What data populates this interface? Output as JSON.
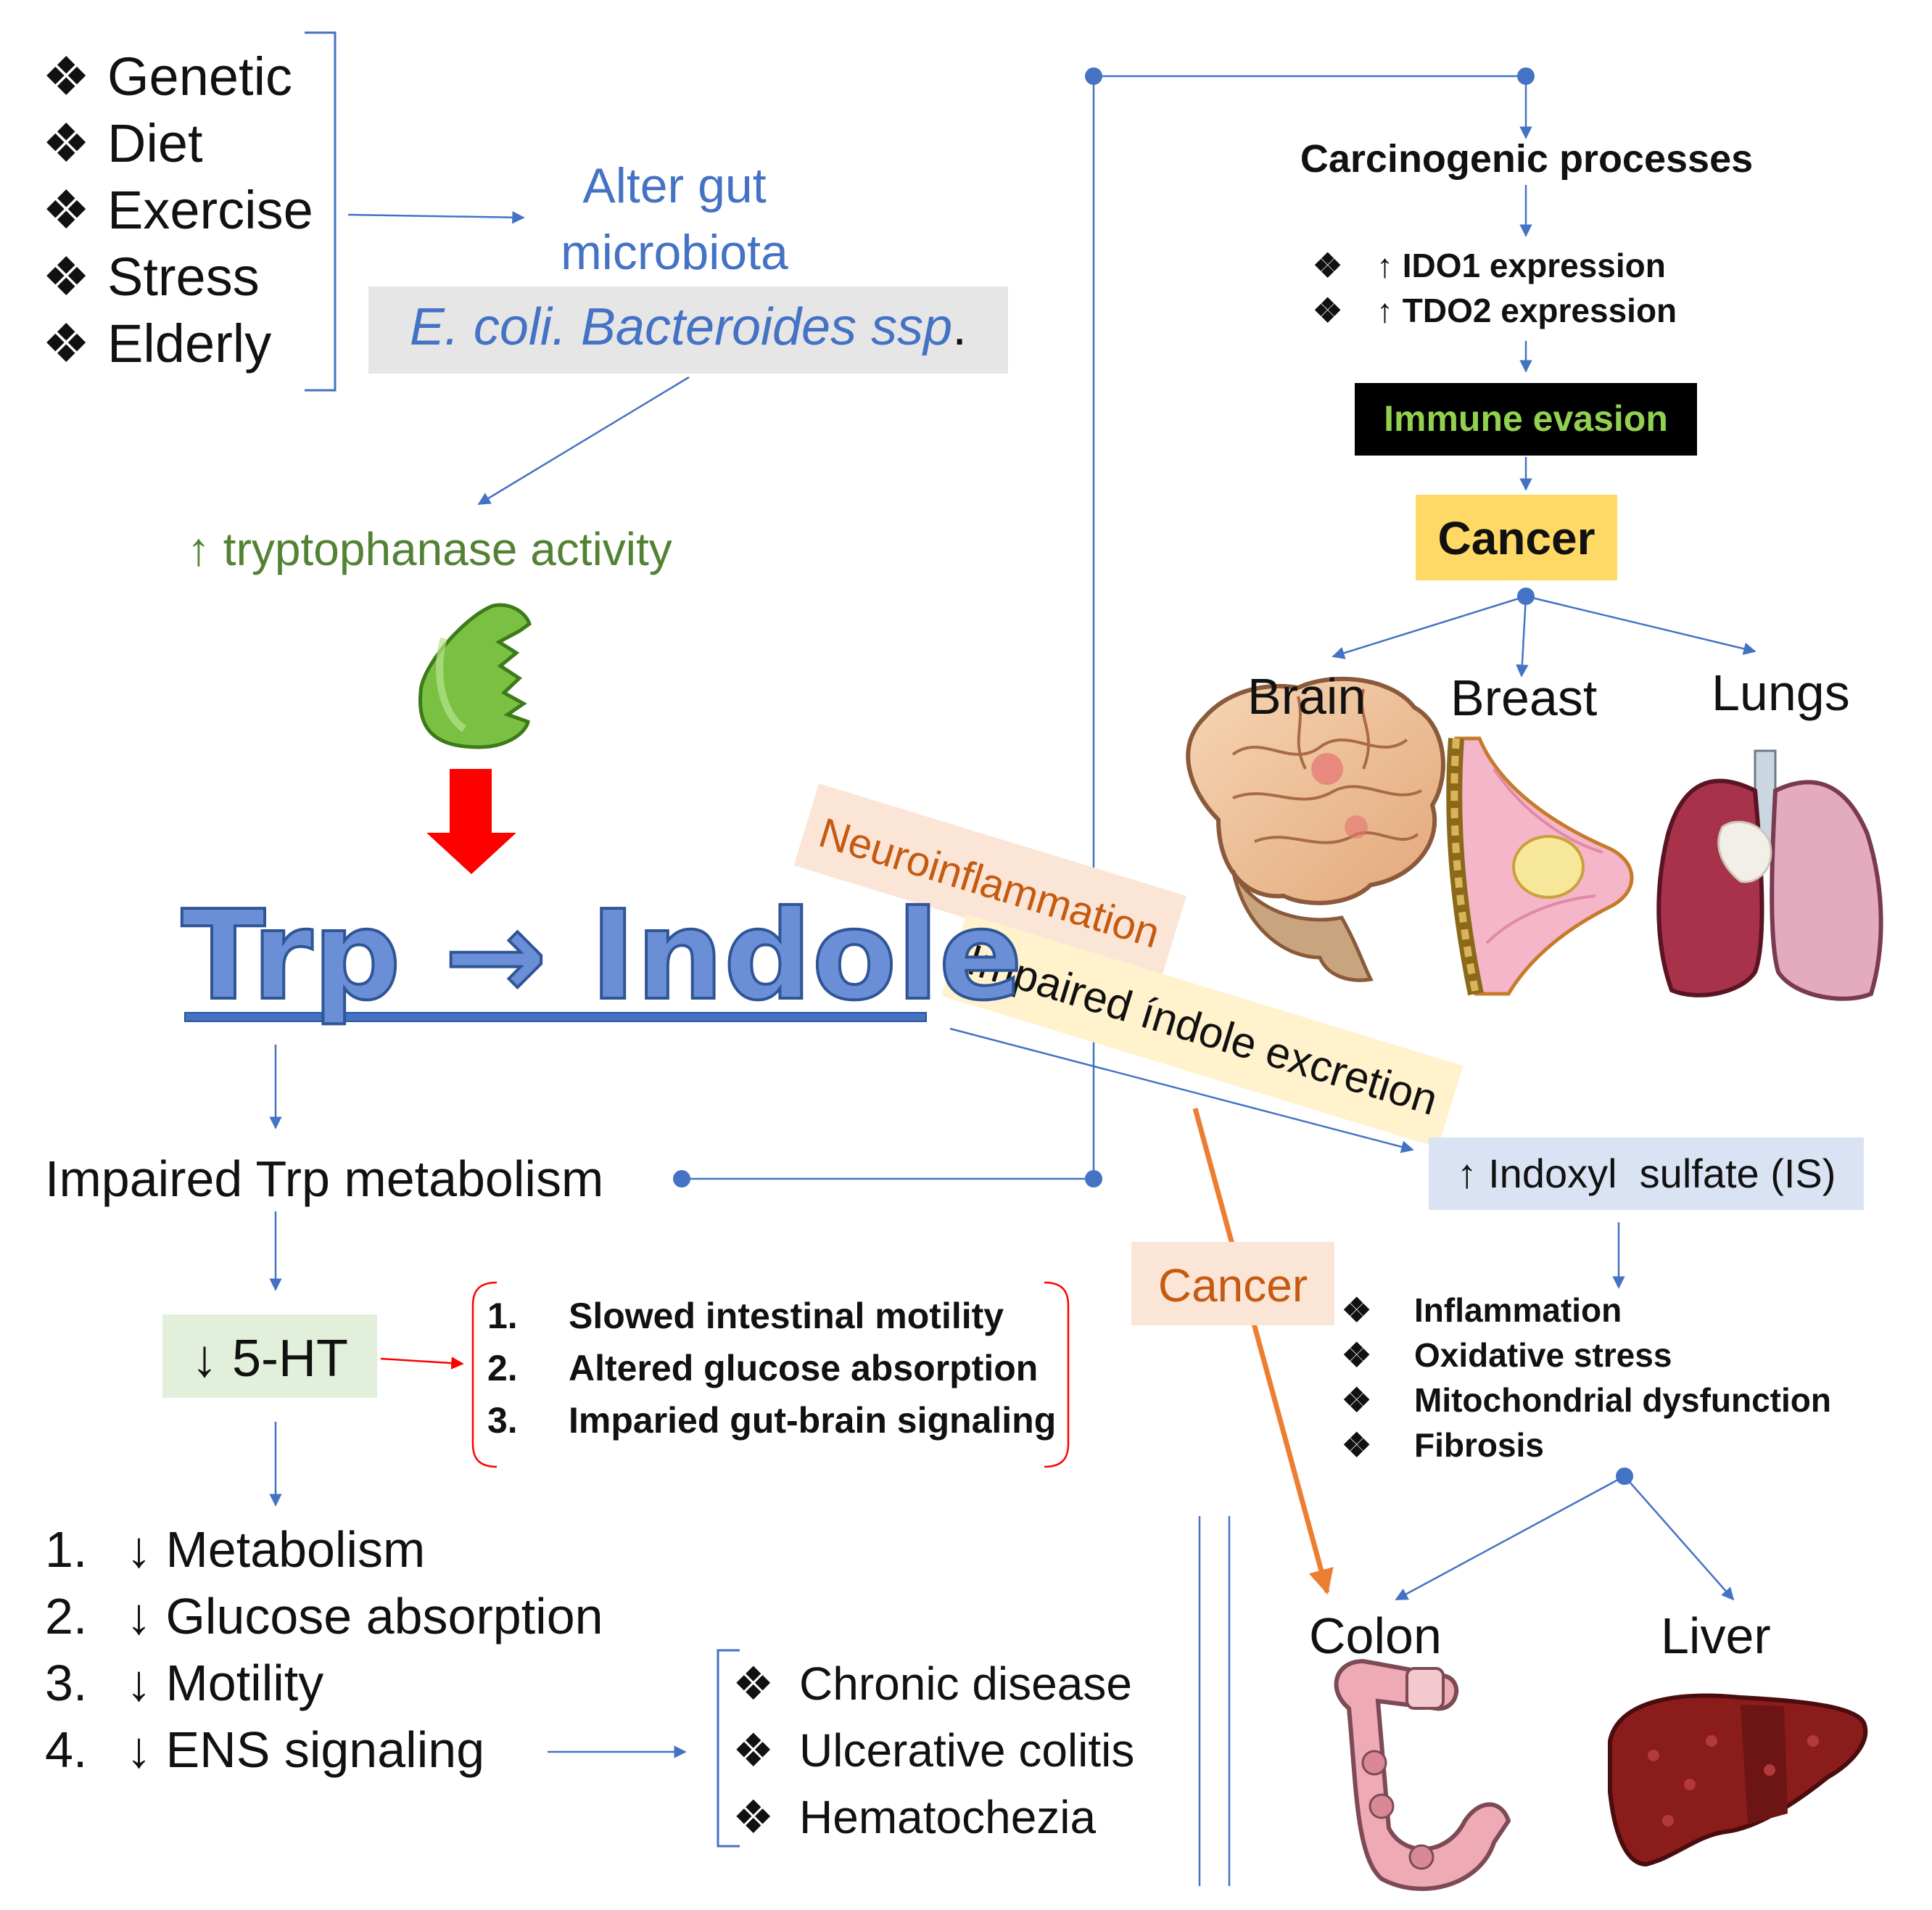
{
  "factors": [
    "Genetic",
    "Diet",
    "Exercise",
    "Stress",
    "Elderly"
  ],
  "bullet": "❖",
  "microbiota": {
    "line1": "Alter gut",
    "line2": "microbiota",
    "species": "E. coli. Bacteroides ssp",
    "species_end": "."
  },
  "tryptophanase": "↑ tryptophanase activity",
  "trp_indole": "Trp → Indole",
  "impaired_trp": "Impaired Trp metabolism",
  "five_ht": "↓ 5-HT",
  "five_ht_effects": [
    {
      "num": "1.",
      "text": "Slowed intestinal motility"
    },
    {
      "num": "2.",
      "text": "Altered glucose absorption"
    },
    {
      "num": "3.",
      "text": "Imparied gut-brain signaling"
    }
  ],
  "decreases": [
    {
      "num": "1.",
      "text": "↓ Metabolism"
    },
    {
      "num": "2.",
      "text": "↓ Glucose absorption"
    },
    {
      "num": "3.",
      "text": "↓ Motility"
    },
    {
      "num": "4.",
      "text": "↓ ENS signaling"
    }
  ],
  "diseases": [
    "Chronic disease",
    "Ulcerative colitis",
    "Hematochezia"
  ],
  "carcinogenic": "Carcinogenic processes",
  "expressions": [
    "↑ IDO1 expression",
    "↑ TDO2 expression"
  ],
  "immune_evasion": "Immune evasion",
  "cancer_top": "Cancer",
  "organs_top": [
    "Brain",
    "Breast",
    "Lungs"
  ],
  "neuroinflammation": "Neuroinflammation",
  "impaired_excretion": "Impaired índole excretion",
  "indoxyl": "↑ Indoxyl  sulfate (IS)",
  "cancer_mid": "Cancer",
  "is_effects": [
    "Inflammation",
    "Oxidative stress",
    "Mitochondrial dysfunction",
    "Fibrosis"
  ],
  "organs_bottom": [
    "Colon",
    "Liver"
  ],
  "colors": {
    "blue": "#4472c4",
    "green": "#548235",
    "lime": "#92d050",
    "orange": "#ed7d31",
    "red": "#ff0000",
    "yellow": "#ffd966",
    "grey_box": "#e7e6e6"
  }
}
